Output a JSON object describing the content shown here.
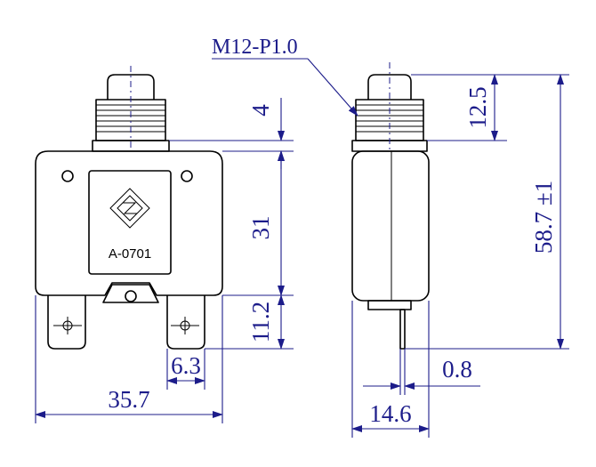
{
  "drawing": {
    "thread_callout": "M12-P1.0",
    "model_label": "A-0701",
    "colors": {
      "dimension": "#1c1c8a",
      "outline": "#000000",
      "background": "#ffffff"
    },
    "dimensions": {
      "button_height": "4",
      "body_height": "31",
      "terminal_length": "11.2",
      "terminal_width": "6.3",
      "total_width": "35.7",
      "thread_height": "12.5",
      "total_height": "58.7 ±1",
      "terminal_thickness": "0.8",
      "side_width": "14.6"
    }
  }
}
